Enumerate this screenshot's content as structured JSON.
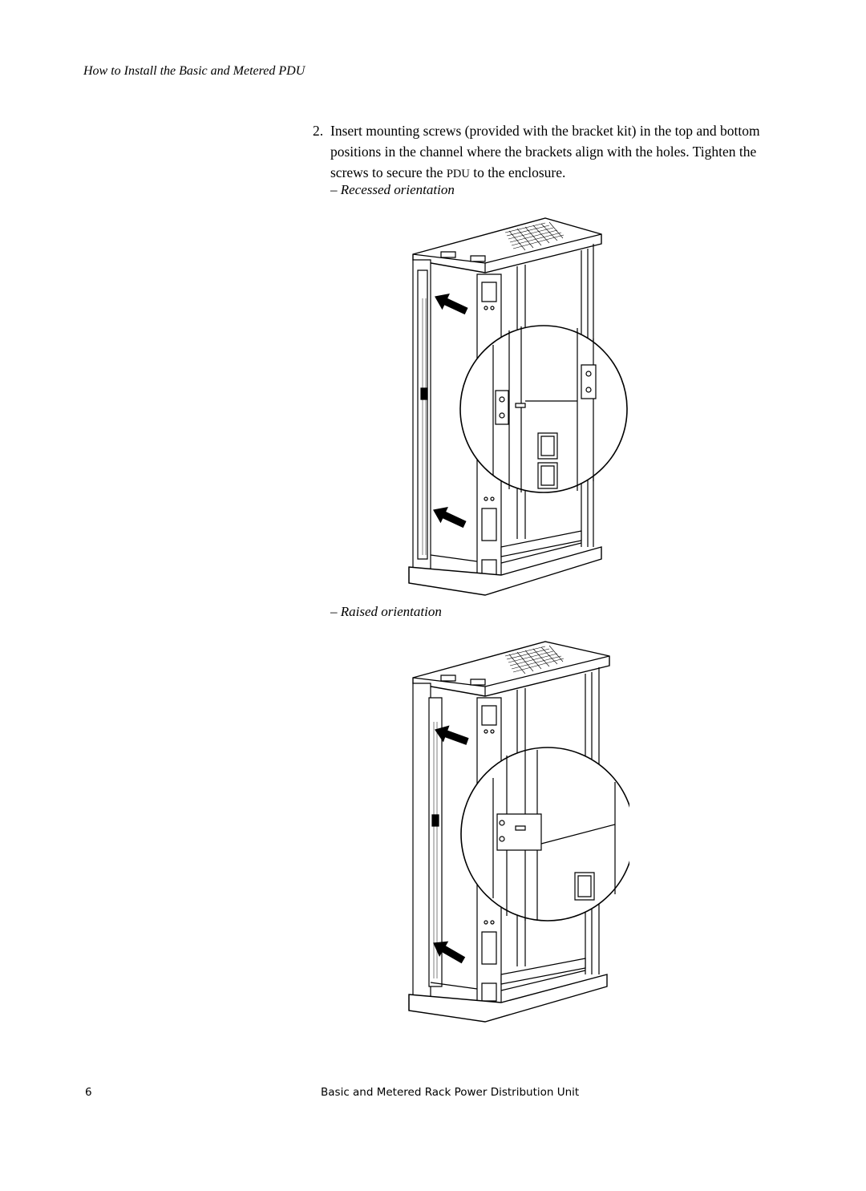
{
  "header": {
    "running_title": "How to Install the Basic and Metered PDU"
  },
  "step": {
    "number": "2.",
    "text_before": "Insert mounting screws (provided with the bracket kit) in the top and bottom positions in the channel where the brackets align with the holes. Tighten the screws to secure the ",
    "pdu": "PDU",
    "text_after": " to the enclosure."
  },
  "figures": {
    "recessed": {
      "caption": "– Recessed orientation"
    },
    "raised": {
      "caption": "– Raised orientation"
    }
  },
  "footer": {
    "page_number": "6",
    "doc_title": "Basic and Metered Rack Power Distribution Unit"
  }
}
